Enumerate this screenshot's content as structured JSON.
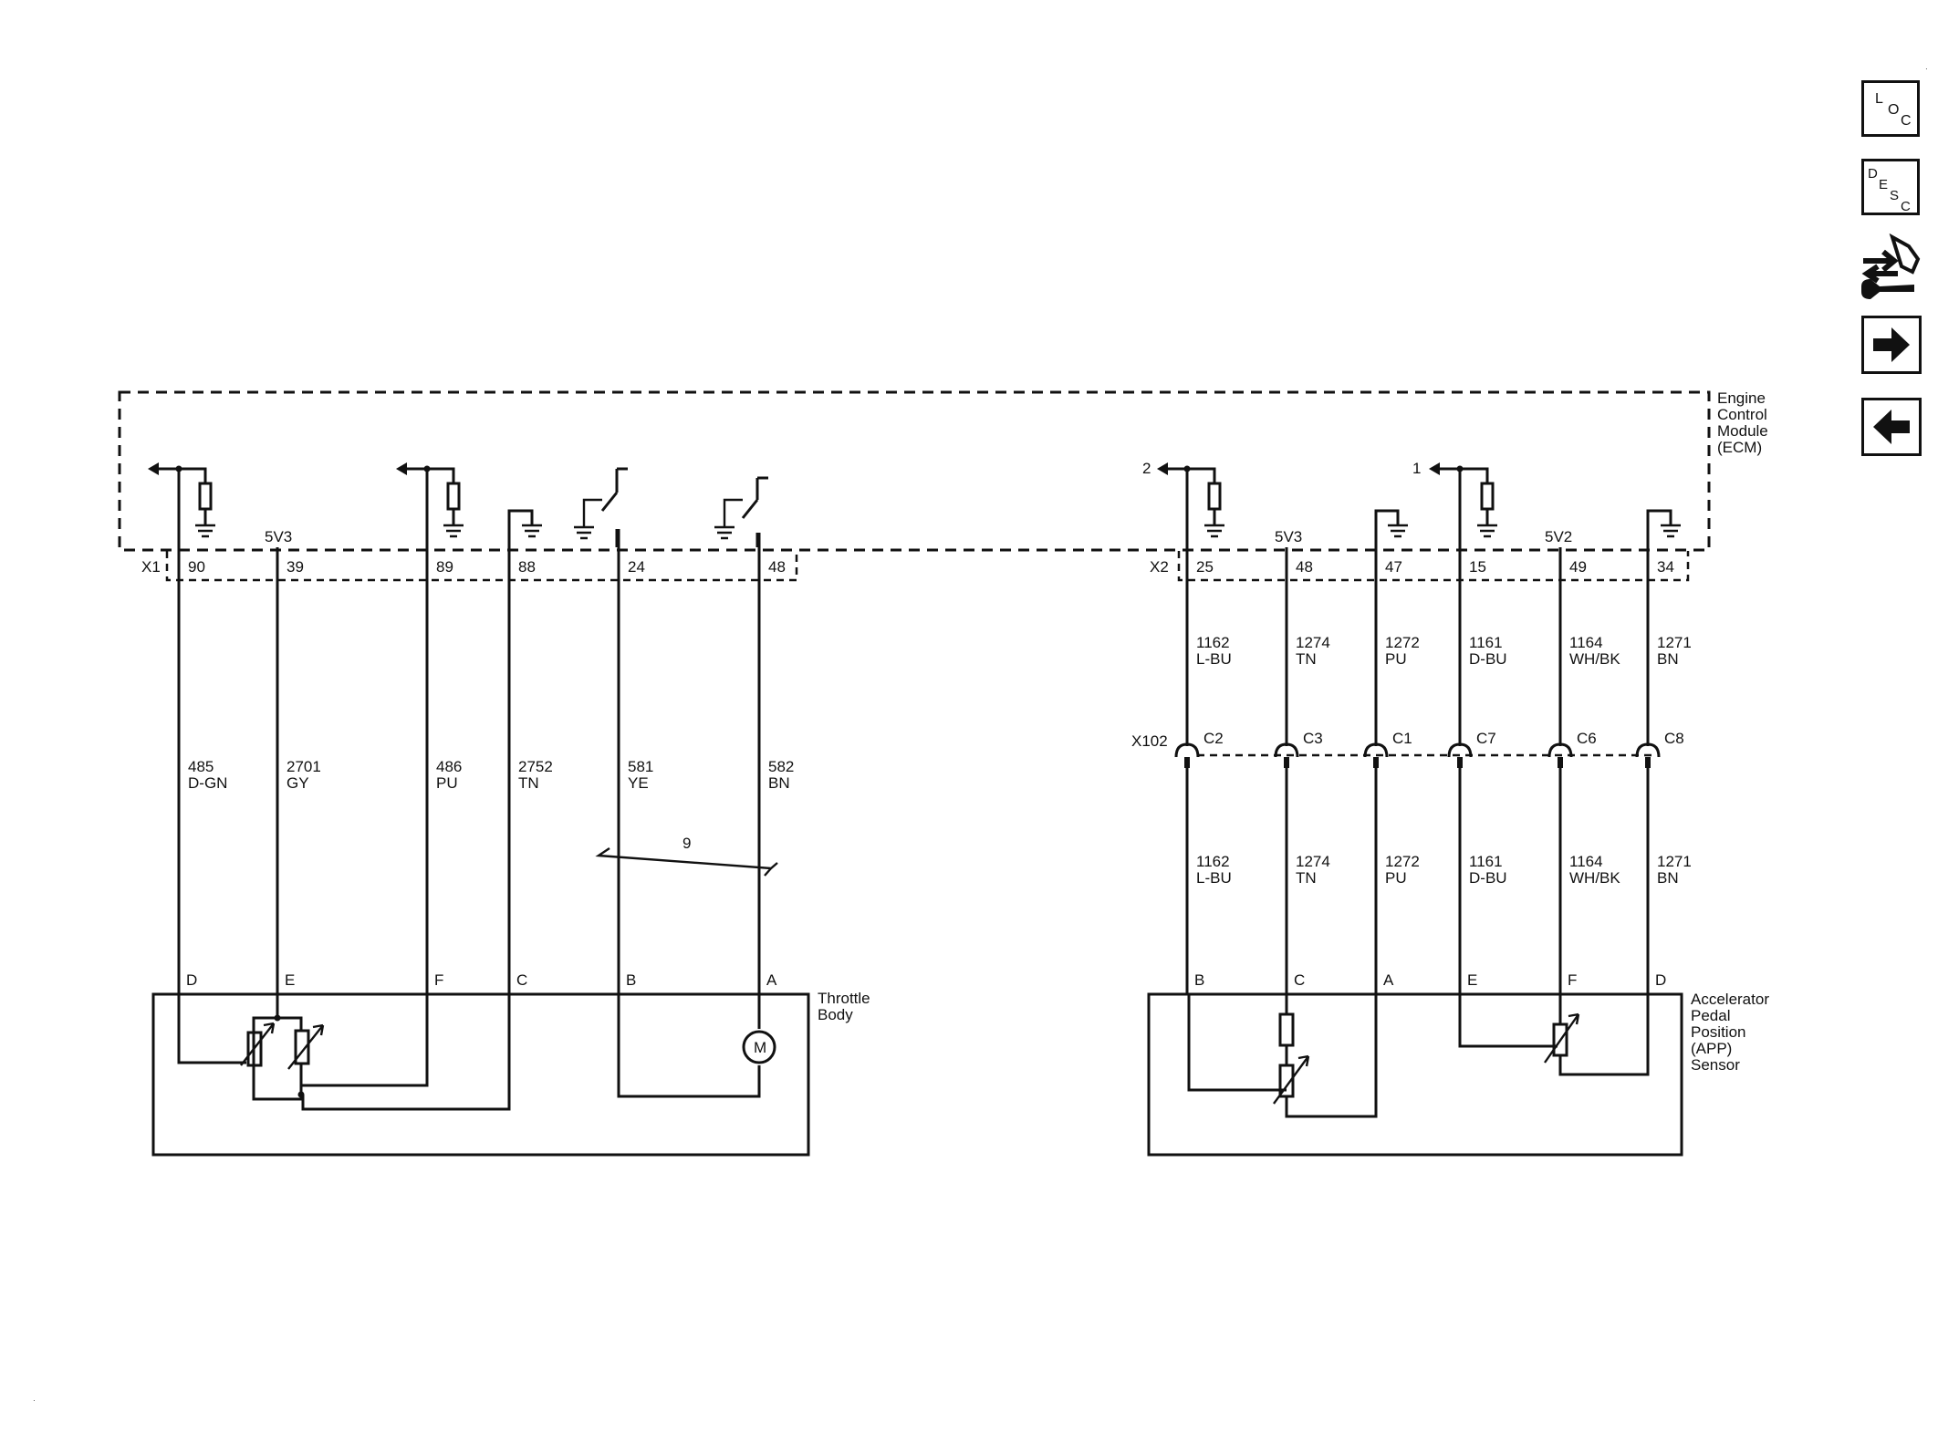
{
  "ecm": {
    "name_lines": [
      "Engine",
      "Control",
      "Module",
      "(ECM)"
    ],
    "connector_x1": "X1",
    "connector_x2": "X2",
    "supply_x1": "5V3",
    "supply_x2a": "5V3",
    "supply_x2b": "5V2",
    "ref_left": "2",
    "ref_right": "1"
  },
  "inline_connector": "X102",
  "link_label": "9",
  "throttle_body": {
    "name_lines": [
      "Throttle",
      "Body"
    ],
    "motor_label": "M"
  },
  "app_sensor": {
    "name_lines": [
      "Accelerator",
      "Pedal",
      "Position",
      "(APP)",
      "Sensor"
    ]
  },
  "x1_wires": [
    {
      "pin": "90",
      "circuit": "485",
      "color": "D-GN",
      "term": "D"
    },
    {
      "pin": "39",
      "circuit": "2701",
      "color": "GY",
      "term": "E"
    },
    {
      "pin": "89",
      "circuit": "486",
      "color": "PU",
      "term": "F"
    },
    {
      "pin": "88",
      "circuit": "2752",
      "color": "TN",
      "term": "C"
    },
    {
      "pin": "24",
      "circuit": "581",
      "color": "YE",
      "term": "B"
    },
    {
      "pin": "48",
      "circuit": "582",
      "color": "BN",
      "term": "A"
    }
  ],
  "x2_wires": [
    {
      "pin": "25",
      "x102": "C2",
      "circuit": "1162",
      "color": "L-BU",
      "term": "B"
    },
    {
      "pin": "48",
      "x102": "C3",
      "circuit": "1274",
      "color": "TN",
      "term": "C"
    },
    {
      "pin": "47",
      "x102": "C1",
      "circuit": "1272",
      "color": "PU",
      "term": "A"
    },
    {
      "pin": "15",
      "x102": "C7",
      "circuit": "1161",
      "color": "D-BU",
      "term": "E"
    },
    {
      "pin": "49",
      "x102": "C6",
      "circuit": "1164",
      "color": "WH/BK",
      "term": "F"
    },
    {
      "pin": "34",
      "x102": "C8",
      "circuit": "1271",
      "color": "BN",
      "term": "D"
    }
  ],
  "nav": {
    "loc": {
      "l1": "L",
      "l2": "O",
      "l3": "C"
    },
    "desc": {
      "l1": "D",
      "l2": "E",
      "l3": "S",
      "l4": "C"
    }
  }
}
